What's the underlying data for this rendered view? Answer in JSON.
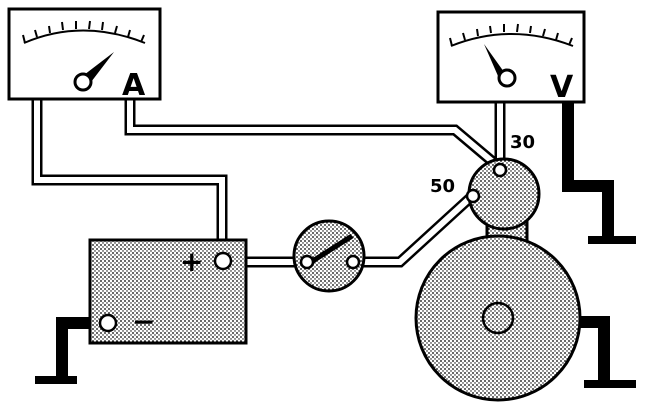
{
  "ammeter": {
    "unit_label": "A"
  },
  "voltmeter": {
    "unit_label": "V"
  },
  "battery": {
    "plus_label": "+",
    "minus_label": "−"
  },
  "starter": {
    "terminal_30_label": "30",
    "terminal_50_label": "50"
  },
  "colors": {
    "ink": "#000000",
    "paper": "#ffffff",
    "stipple": "#8a8a8a"
  }
}
